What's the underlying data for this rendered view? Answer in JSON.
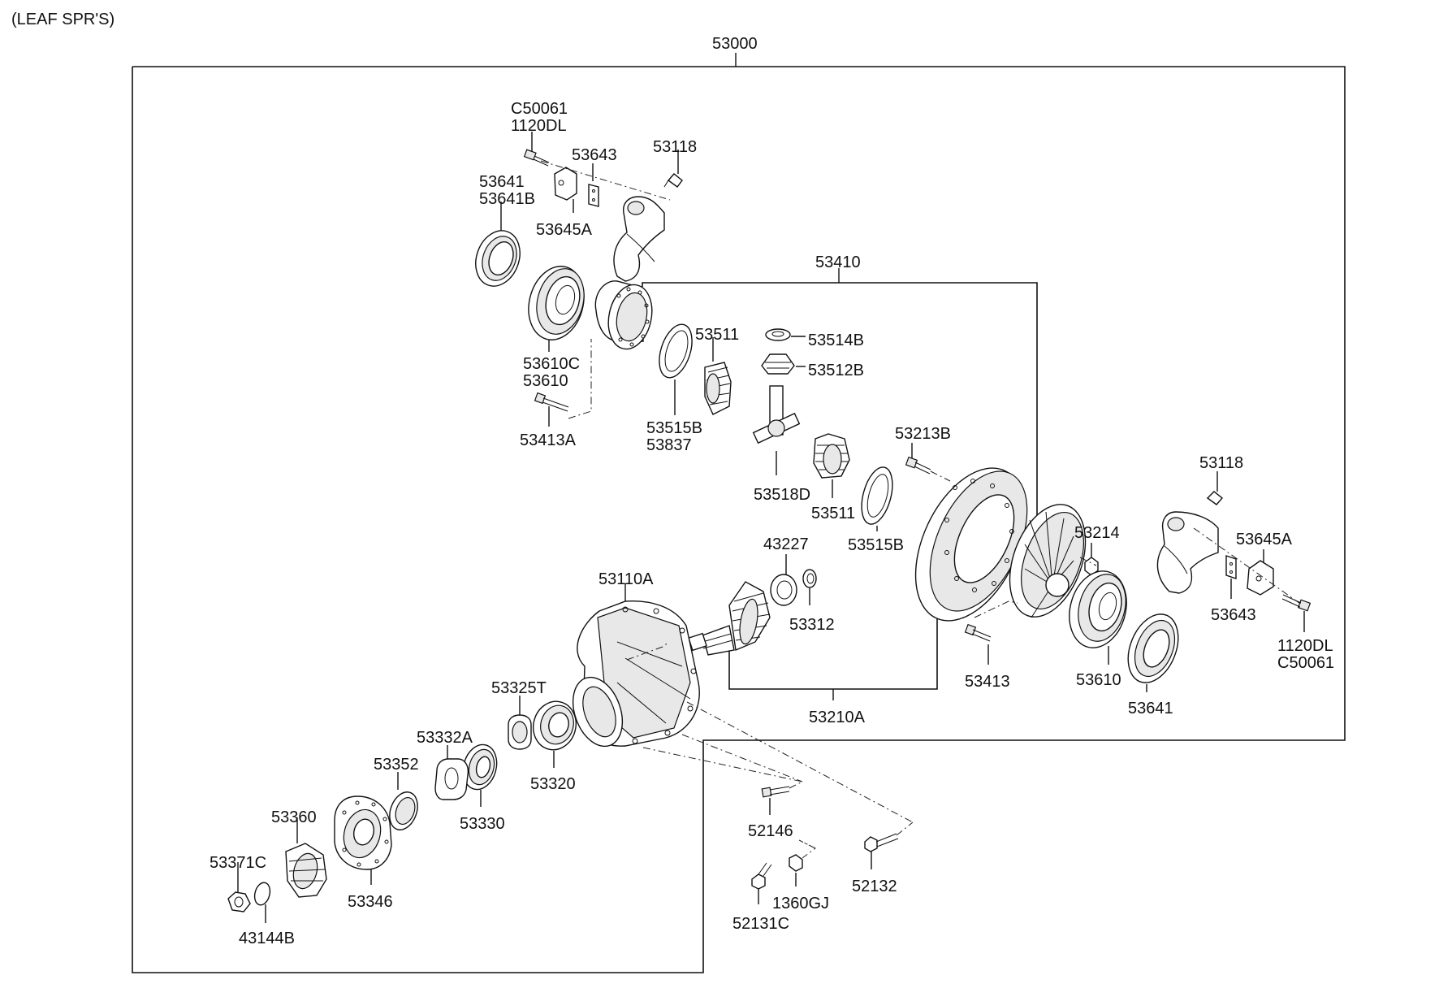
{
  "header": {
    "note": "(LEAF SPR'S)"
  },
  "assembly": "53000",
  "sub_assembly": "53410",
  "labels": {
    "c50061_left": "C50061",
    "dl1120_left": "1120DL",
    "p53643_left": "53643",
    "p53118_left": "53118",
    "p53641_left": "53641",
    "p53641b_left": "53641B",
    "p53645a_left": "53645A",
    "p53610c": "53610C",
    "p53610_left": "53610",
    "p53413a": "53413A",
    "p53511_top": "53511",
    "p53514b": "53514B",
    "p53512b": "53512B",
    "p53515b_left": "53515B",
    "p53837": "53837",
    "p53518d": "53518D",
    "p53511_bottom": "53511",
    "p53515b_right": "53515B",
    "p53213b": "53213B",
    "p53214": "53214",
    "p53118_right": "53118",
    "p53645a_right": "53645A",
    "p53643_right": "53643",
    "dl1120_right": "1120DL",
    "c50061_right": "C50061",
    "p53413": "53413",
    "p53610_right": "53610",
    "p53641_right": "53641",
    "p43227": "43227",
    "p53312": "53312",
    "p53210a": "53210A",
    "p53110a": "53110A",
    "p53325t": "53325T",
    "p53332a": "53332A",
    "p53352": "53352",
    "p53320": "53320",
    "p53330": "53330",
    "p53360": "53360",
    "p53371c": "53371C",
    "p53346": "53346",
    "p43144b": "43144B",
    "p52146": "52146",
    "p52132": "52132",
    "p1360gj": "1360GJ",
    "p52131c": "52131C"
  }
}
